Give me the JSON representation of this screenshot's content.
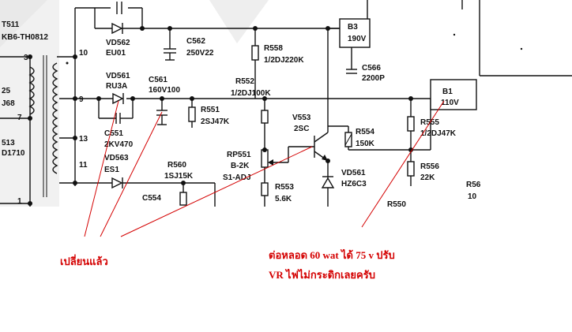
{
  "labels": {
    "t511": "T511",
    "t511_part": "KB6-TH0812",
    "pin3": "3",
    "pin10": "10",
    "pin9": "9",
    "pin7": "7",
    "pin13": "13",
    "pin11": "11",
    "pin1": "1",
    "left25": "25",
    "left68": "J68",
    "leftD1710": "D1710",
    "left513": "513",
    "vd562": "VD562",
    "vd562_val": "EU01",
    "c562": "C562",
    "c562_val": "250V22",
    "r558": "R558",
    "r558_val": "1/2DJ220K",
    "b3": "B3",
    "b3_val": "190V",
    "c566": "C566",
    "c566_val": "2200P",
    "vd561": "VD561",
    "vd561_val": "RU3A",
    "c561": "C561",
    "c561_val": "160V100",
    "r552": "R552",
    "r552_val": "1/2DJ100K",
    "r551": "R551",
    "r551_val": "2SJ47K",
    "c551": "C551",
    "c551_val": "2KV470",
    "v553": "V553",
    "v553_val": "2SC",
    "r554": "R554",
    "r554_val": "150K",
    "rp551": "RP551",
    "rp551_val": "B-2K",
    "rp551_adj": "S1-ADJ",
    "vd563": "VD563",
    "vd563_val": "ES1",
    "r560": "R560",
    "r560_val": "1SJ15K",
    "c554": "C554",
    "r553": "R553",
    "r553_val": "5.6K",
    "vd561b": "VD561",
    "vd561b_val": "HZ6C3",
    "b1": "B1",
    "b1_val": "110V",
    "r555": "R555",
    "r555_val": "1/2DJ47K",
    "r556": "R556",
    "r556_val": "22K",
    "r550": "R550",
    "r56x": "R56",
    "r56x_val": "10"
  },
  "notes": {
    "replaced": "เปลี่ยนแล้ว",
    "line1": "ต่อหลอด 60 wat ได้ 75 v ปรับ",
    "line2": "VR ไฟไม่กระดิกเลยครับ"
  }
}
